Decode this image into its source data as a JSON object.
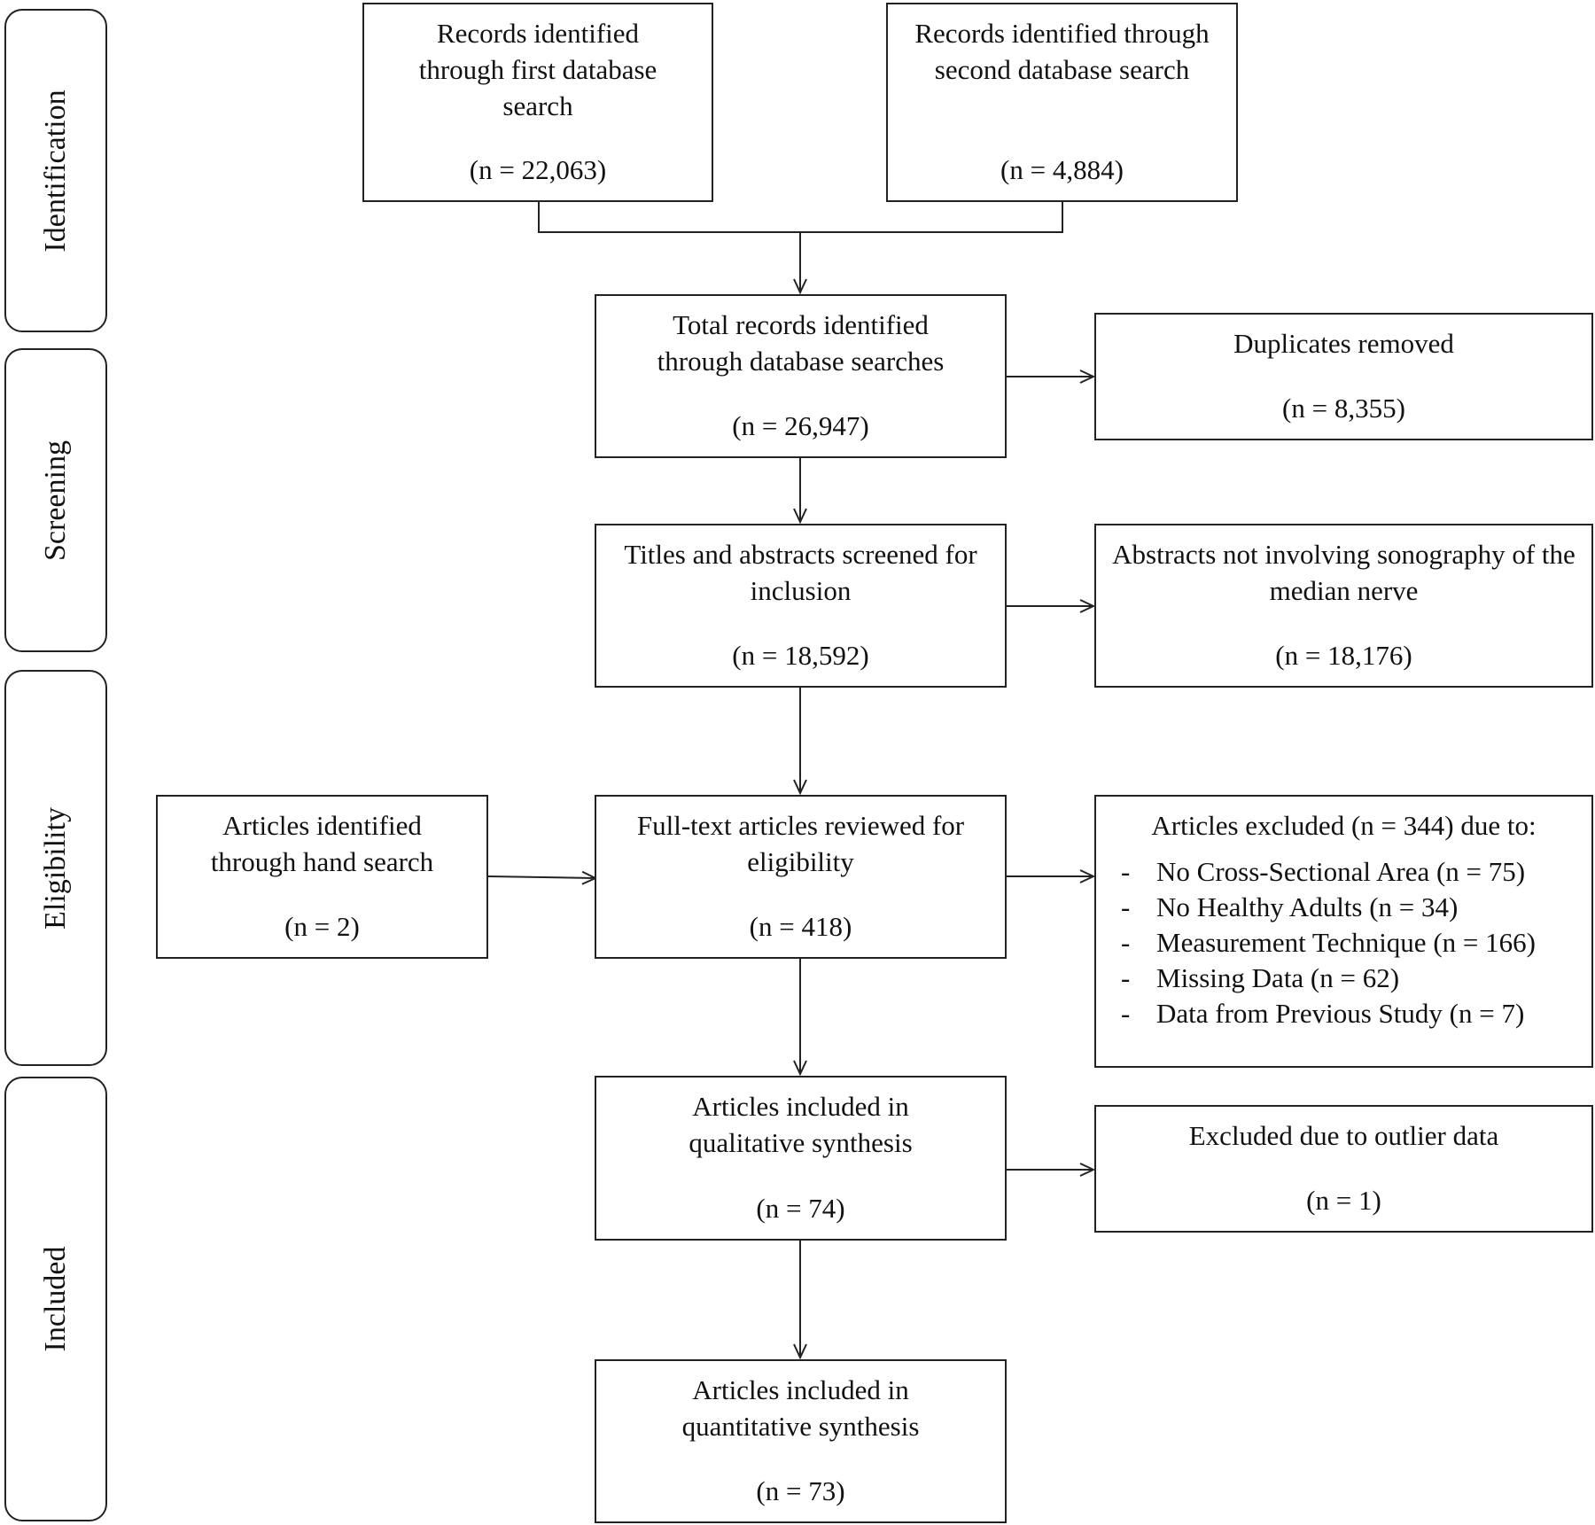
{
  "stages": [
    "Identification",
    "Screening",
    "Eligibility",
    "Included"
  ],
  "boxes": {
    "first_search": {
      "text": "Records identified through first database search",
      "n": "(n = 22,063)"
    },
    "second_search": {
      "text": "Records identified through second database search",
      "n": "(n = 4,884)"
    },
    "total": {
      "text": "Total records identified through database searches",
      "n": "(n = 26,947)"
    },
    "duplicates": {
      "text": "Duplicates removed",
      "n": "(n = 8,355)"
    },
    "screened": {
      "text": "Titles and abstracts screened for inclusion",
      "n": "(n = 18,592)"
    },
    "abstracts_excluded": {
      "text": "Abstracts not involving sonography of the median nerve",
      "n": "(n = 18,176)"
    },
    "hand_search": {
      "text": "Articles identified through hand search",
      "n": "(n = 2)"
    },
    "fulltext": {
      "text": "Full-text articles reviewed for eligibility",
      "n": "(n = 418)"
    },
    "articles_excluded": {
      "text": "Articles excluded (n = 344) due to:",
      "reasons": [
        "No Cross-Sectional Area (n = 75)",
        "No Healthy Adults (n = 34)",
        "Measurement Technique (n = 166)",
        "Missing Data (n = 62)",
        "Data from Previous Study (n = 7)"
      ]
    },
    "qualitative": {
      "text": "Articles included in qualitative synthesis",
      "n": "(n = 74)"
    },
    "outlier": {
      "text": "Excluded due to outlier data",
      "n": "(n = 1)"
    },
    "quantitative": {
      "text": "Articles included in quantitative synthesis",
      "n": "(n = 73)"
    }
  }
}
